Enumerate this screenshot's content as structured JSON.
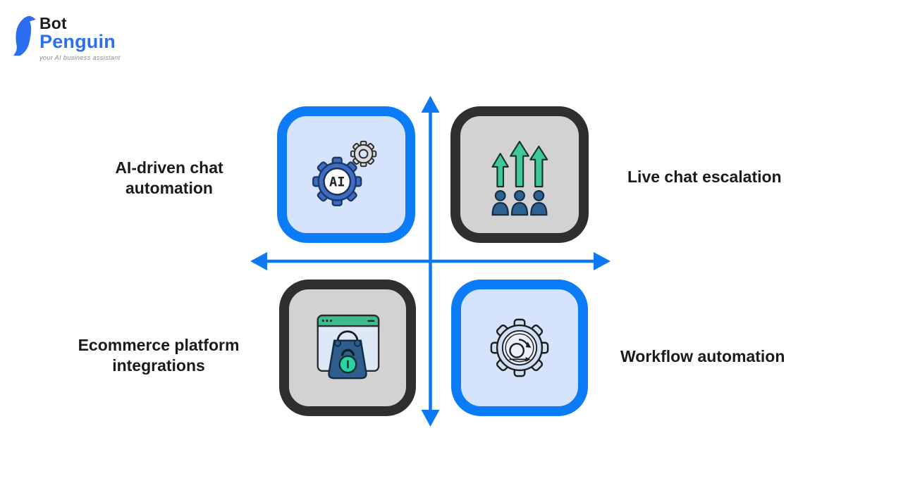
{
  "logo": {
    "brand_top": "Bot",
    "brand_bottom": "Penguin",
    "tagline": "your AI business assistant"
  },
  "diagram": {
    "type": "quadrant",
    "axes": {
      "style": "four-way-arrow-cross",
      "color": "#0d78f2"
    },
    "quadrants": [
      {
        "position": "top-left",
        "label": "AI-driven chat automation",
        "icon": "ai-gears-icon",
        "icon_text": "AI",
        "card_style": "blue",
        "border_color": "#0b7cf5",
        "fill_color": "#d5e3fc",
        "label_side": "left"
      },
      {
        "position": "top-right",
        "label": "Live chat escalation",
        "icon": "growth-arrows-people-icon",
        "card_style": "dark",
        "border_color": "#2f2f2f",
        "fill_color": "#d2d2d2",
        "label_side": "right"
      },
      {
        "position": "bottom-left",
        "label": "Ecommerce platform integrations",
        "icon": "ecommerce-secure-bag-icon",
        "card_style": "dark",
        "border_color": "#2f2f2f",
        "fill_color": "#d2d2d2",
        "label_side": "left"
      },
      {
        "position": "bottom-right",
        "label": "Workflow automation",
        "icon": "workflow-gear-icon",
        "card_style": "blue",
        "border_color": "#0b7cf5",
        "fill_color": "#d5e3fc",
        "label_side": "right"
      }
    ],
    "colors": {
      "accent_blue": "#0d78f2",
      "card_border_blue": "#0b7cf5",
      "light_blue_fill": "#d5e3fc",
      "dark_border": "#2f2f2f",
      "gray_fill": "#d2d2d2",
      "label_text": "#1b1b1b",
      "icon_green": "#3fc998",
      "icon_steel_blue": "#2d6191",
      "logo_blue": "#2c6fee"
    }
  }
}
